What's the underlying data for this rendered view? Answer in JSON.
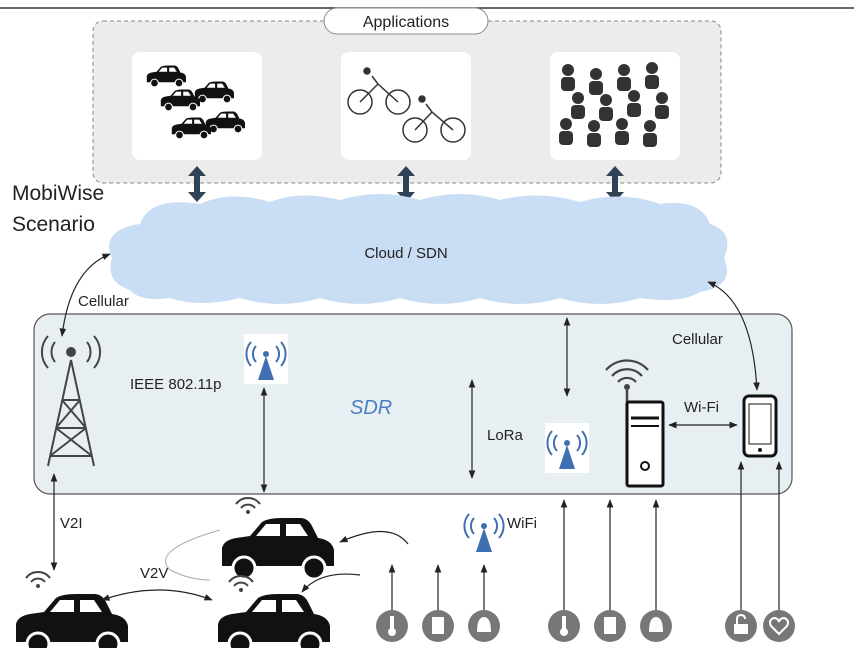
{
  "applications": {
    "title": "Applications",
    "icons": [
      "car-traffic-icon",
      "cyclists-icon",
      "crowd-icon"
    ]
  },
  "scenario": {
    "line1": "MobiWise",
    "line2": "Scenario"
  },
  "cloud": {
    "label": "Cloud / SDN"
  },
  "sdr": {
    "label": "SDR",
    "color": "#4a7fc1"
  },
  "links": {
    "cellular_left": "Cellular",
    "cellular_right": "Cellular",
    "ieee": "IEEE 802.11p",
    "lora": "LoRa",
    "wifi_router": "Wi-Fi",
    "wifi_node": "WiFi",
    "v2i": "V2I",
    "v2v": "V2V"
  },
  "colors": {
    "cloud": "#c9ddf5",
    "sdr_box": "#e8eff3",
    "antenna": "#3f6fb3",
    "icon_dark": "#333333",
    "sensor": "#777777"
  }
}
